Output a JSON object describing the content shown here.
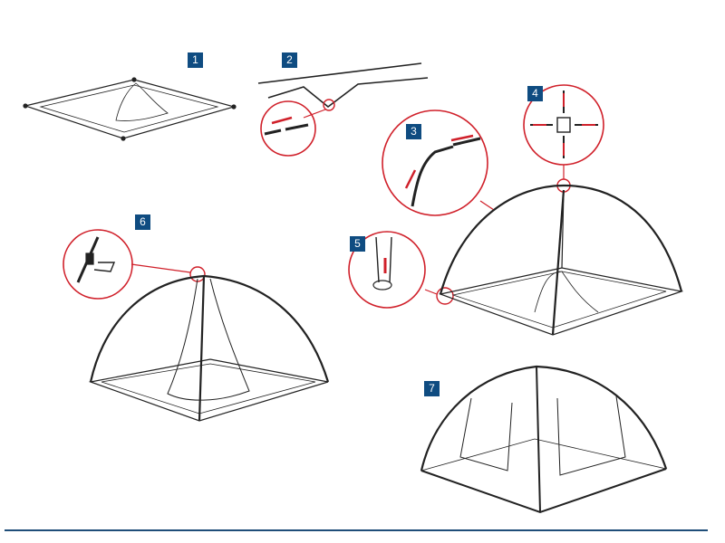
{
  "steps": [
    {
      "number": "1"
    },
    {
      "number": "2"
    },
    {
      "number": "3"
    },
    {
      "number": "4"
    },
    {
      "number": "5"
    },
    {
      "number": "6"
    },
    {
      "number": "7"
    }
  ],
  "colors": {
    "badge": "#0f4c81",
    "callout": "#d0202a",
    "line": "#222222",
    "rule": "#1f4e79"
  }
}
